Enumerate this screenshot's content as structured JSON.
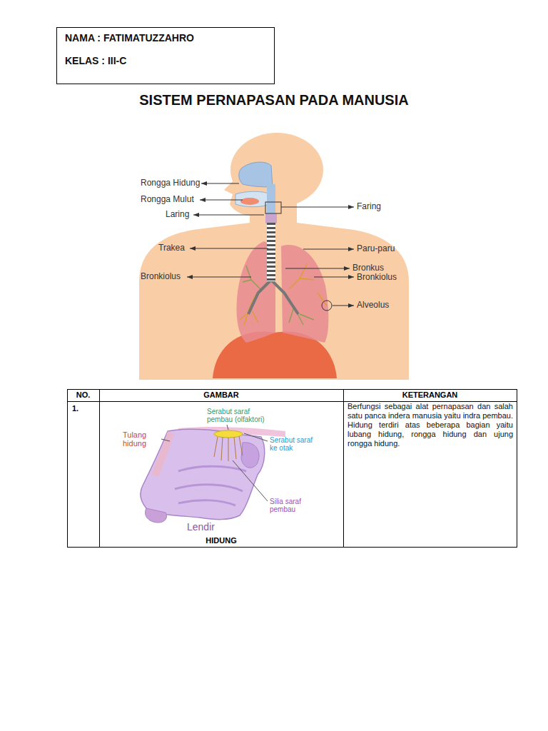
{
  "diagram": {
    "title": "SISTEM PERNAPASAN PADA MANUSIA",
    "nodes": [
      {
        "text": [
          "NAMA : FATIMATUZZAHRO",
          "KELAS : III-C"
        ]
      }
    ],
    "labels": [
      "Rongga Hidung",
      "Rongga Mulut",
      "Laring",
      "Faring",
      "Trakea",
      "Paru-paru",
      "Bronkiolus",
      "Bronkus",
      "Bronkiolus",
      "Alveolus",
      "NO.",
      "GAMBAR",
      "KETERANGAN",
      "1.",
      "Serabut saraf pembau (olfaktori)",
      "Tulang hidung",
      "Serabut saraf ke otak",
      "Silia saraf pembau",
      "Lendir",
      "HIDUNG",
      "Berfungsi sebagai alat pernapasan dan salah satu panca indera manusia yaitu indra pembau. Hidung terdiri atas beberapa bagian yaitu lubang hidung, rongga hidung dan ujung rongga hidung."
    ]
  }
}
